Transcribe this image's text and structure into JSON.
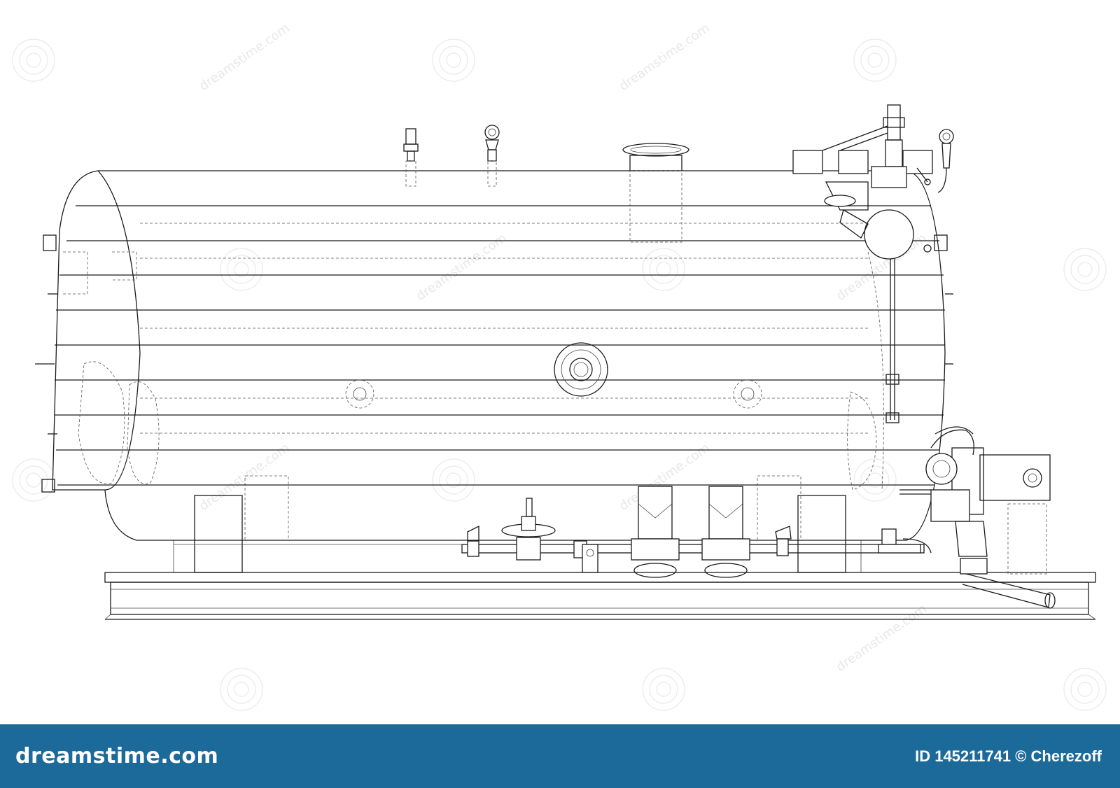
{
  "watermark": {
    "brand": "dreamstime.com"
  },
  "footer": {
    "brand": "dreamstime.com",
    "credit": "ID 145211741 © Cherezoff",
    "background": "#1b6a9a"
  }
}
